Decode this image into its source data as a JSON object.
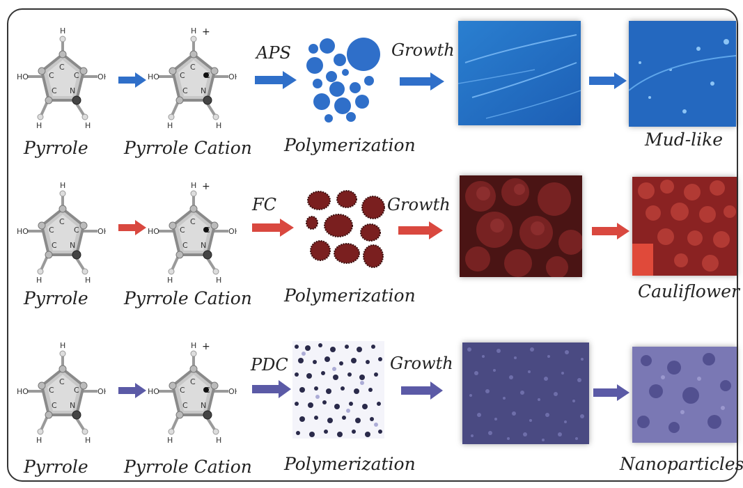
{
  "rows": [
    {
      "pyrrole_label": "Pyrrole",
      "cation_label": "Pyrrole Cation",
      "oxidant": "APS",
      "polymerization_label": "Polymerization",
      "growth_label": "Growth",
      "morphology_label": "Mud-like",
      "color": "#2f6fc9"
    },
    {
      "pyrrole_label": "Pyrrole",
      "cation_label": "Pyrrole Cation",
      "oxidant": "FC",
      "polymerization_label": "Polymerization",
      "growth_label": "Growth",
      "morphology_label": "Cauliflower",
      "color": "#d9483f"
    },
    {
      "pyrrole_label": "Pyrrole",
      "cation_label": "Pyrrole Cation",
      "oxidant": "PDC",
      "polymerization_label": "Polymerization",
      "growth_label": "Growth",
      "morphology_label": "Nanoparticles",
      "color": "#5b5aa6"
    }
  ],
  "atoms": {
    "carbon": "C",
    "nitrogen": "N",
    "hydrogen": "H",
    "hydroxyl": "HO",
    "hydroxyl_right": "OH",
    "cation_charge": "+"
  }
}
